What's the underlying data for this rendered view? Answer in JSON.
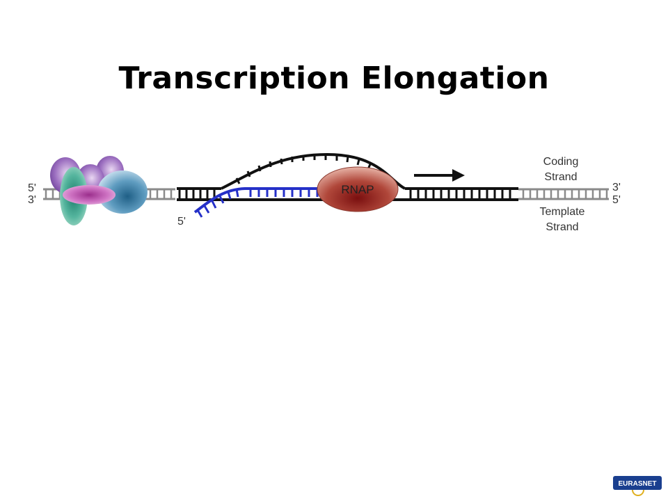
{
  "title": "Transcription Elongation",
  "labels": {
    "left_top": "5'",
    "left_bottom": "3'",
    "right_top": "3'",
    "right_bottom": "5'",
    "rna_end": "5'",
    "rnap": "RNAP",
    "coding_strand_line1": "Coding",
    "coding_strand_line2": "Strand",
    "template_strand_line1": "Template",
    "template_strand_line2": "Strand"
  },
  "logo": {
    "text": "EURASNET"
  },
  "colors": {
    "dna_outer": "#8a8a8a",
    "dna_inner": "#111111",
    "rna": "#2530c8",
    "rnap": "#b0473a",
    "arrow": "#111111",
    "logo_bg": "#1a3f8f"
  }
}
